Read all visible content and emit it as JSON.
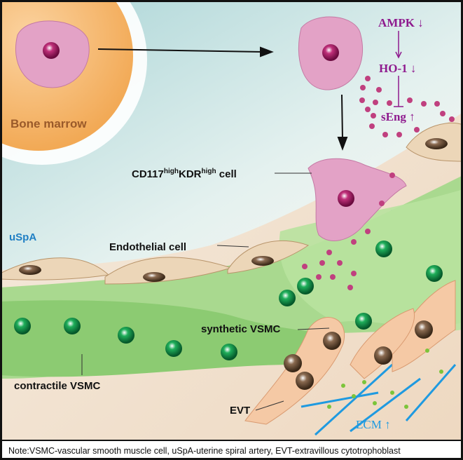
{
  "labels": {
    "bone_marrow": "Bone marrow",
    "cd117": "CD117",
    "cd117_sup": "high",
    "kdr": "KDR",
    "kdr_sup": "high",
    "cell": " cell",
    "uspa": "uSpA",
    "endothelial": "Endothelial cell",
    "synthetic": "synthetic VSMC",
    "contractile": "contractile VSMC",
    "evt": "EVT",
    "ecm": "ECM ↑"
  },
  "pathway": {
    "ampk": "AMPK ↓",
    "ho1": "HO-1 ↓",
    "seng": "sEng ↑"
  },
  "colors": {
    "purple": "#8e1a8e",
    "blue": "#1f7fc4",
    "brown": "#9a5a2a",
    "green": "#7cc46a",
    "pink": "#e3a2c6"
  },
  "note": "Note:VSMC-vascular smooth muscle cell, uSpA-uterine spiral artery, EVT-extravillous cytotrophoblast"
}
